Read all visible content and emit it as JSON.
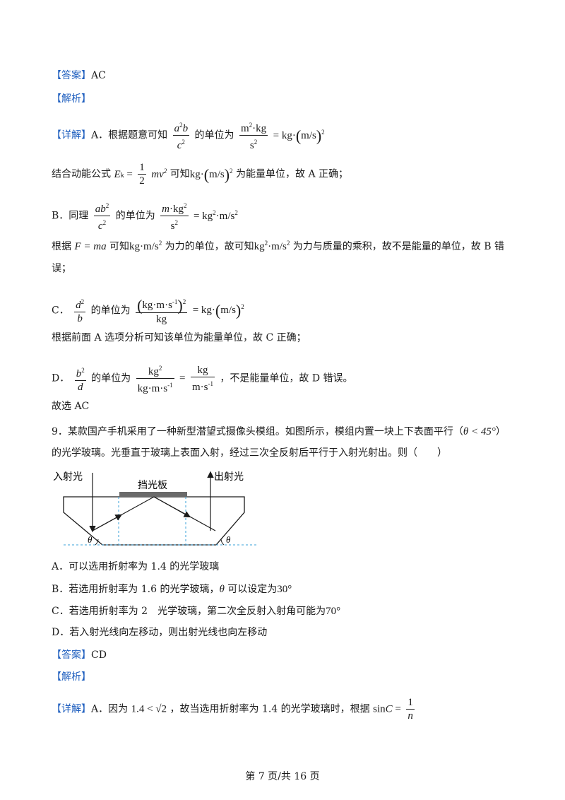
{
  "s8": {
    "answer_tag": "【答案】",
    "answer": "AC",
    "analysis_tag": "【解析】",
    "detail_tag": "【详解】",
    "a_prefix": "A．根据题意可知",
    "a_mid": "的单位为",
    "line2_a": "结合动能公式",
    "line2_b": "可知",
    "line2_c": "为能量单位，故 A 正确；",
    "b_prefix": "B．同理",
    "b_mid": "的单位为",
    "f_prefix": "根据",
    "f_mid1": "可知",
    "f_mid2": "为力的单位，故可知",
    "f_end": "为力与质量的乘积，故不是能量的单位，故 B 错",
    "f_wrap": "误；",
    "c_prefix": "C．",
    "c_mid": "的单位为",
    "c_note": "根据前面 A 选项分析可知该单位为能量单位，故 C 正确；",
    "d_prefix": "D．",
    "d_mid": "的单位为",
    "d_end": "，不是能量单位，故 D 错误。",
    "choose": "故选 AC"
  },
  "q9": {
    "stem1": "9．某款国产手机采用了一种新型潜望式摄像头模组。如图所示，模组内置一块上下表面平行（",
    "stem1_end": "）",
    "stem2": "的光学玻璃。光垂直于玻璃上表面入射，经过三次全反射后平行于入射光射出。则（　　）",
    "cond": "θ < 45°",
    "diagram": {
      "label_in": "入射光",
      "label_out": "出射光",
      "label_plate": "挡光板",
      "theta": "θ"
    },
    "optA": "A．可以选用折射率为 1.4 的光学玻璃",
    "optB_pre": "B．若选用折射率为 1.6 的光学玻璃，",
    "optB_mid": "可以设定为",
    "optB_val": "30°",
    "optC_pre": "C．若选用折射率为 2　光学玻璃，第二次全反射入射角可能为",
    "optC_val": "70°",
    "optD": "D．若入射光线向左移动，则出射光线也向左移动",
    "answer_tag": "【答案】",
    "answer": "CD",
    "analysis_tag": "【解析】",
    "detail_tag": "【详解】",
    "detail_a": "A．因为",
    "detail_mid": "，故当选用折射率为 1.4 的光学玻璃时，根据"
  },
  "footer": "第 7 页/共 16 页"
}
